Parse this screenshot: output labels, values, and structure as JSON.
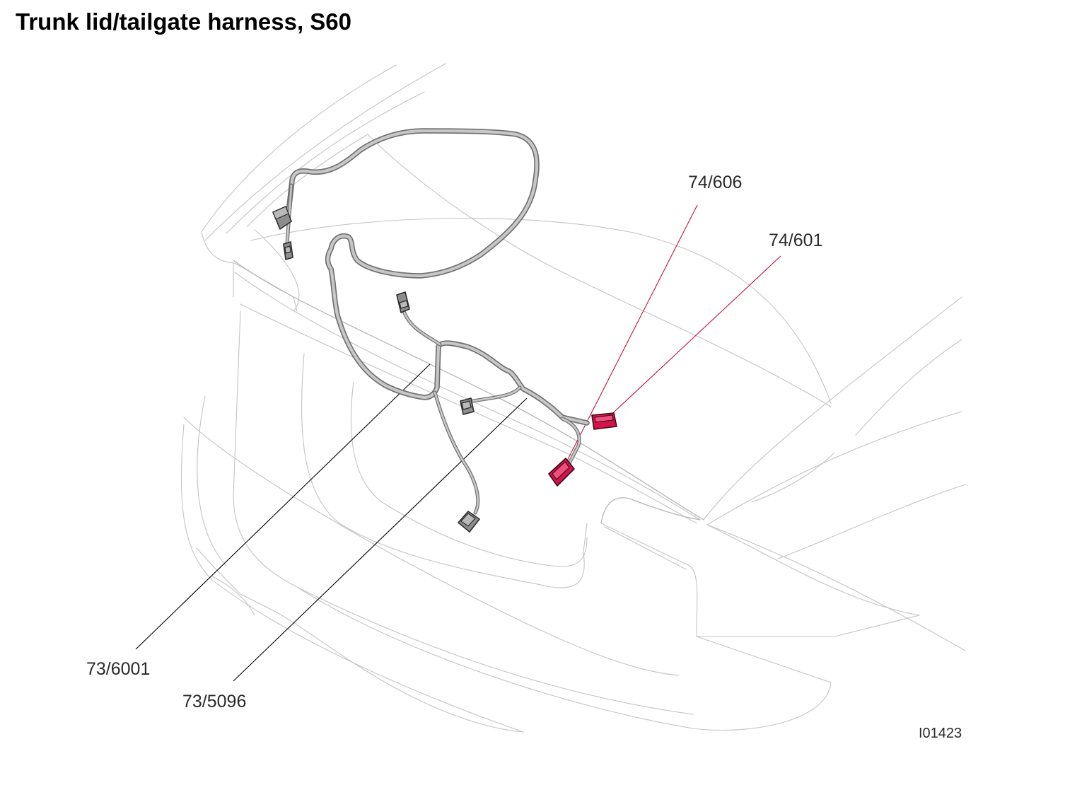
{
  "title": "Trunk lid/tailgate harness, S60",
  "figure_id": "I01423",
  "callouts": {
    "c1": "74/606",
    "c2": "74/601",
    "c3": "73/6001",
    "c4": "73/5096"
  },
  "colors": {
    "highlight_connector": "#d4134a",
    "harness": "#c7c7c7",
    "car_outline": "#c4c4c4"
  }
}
